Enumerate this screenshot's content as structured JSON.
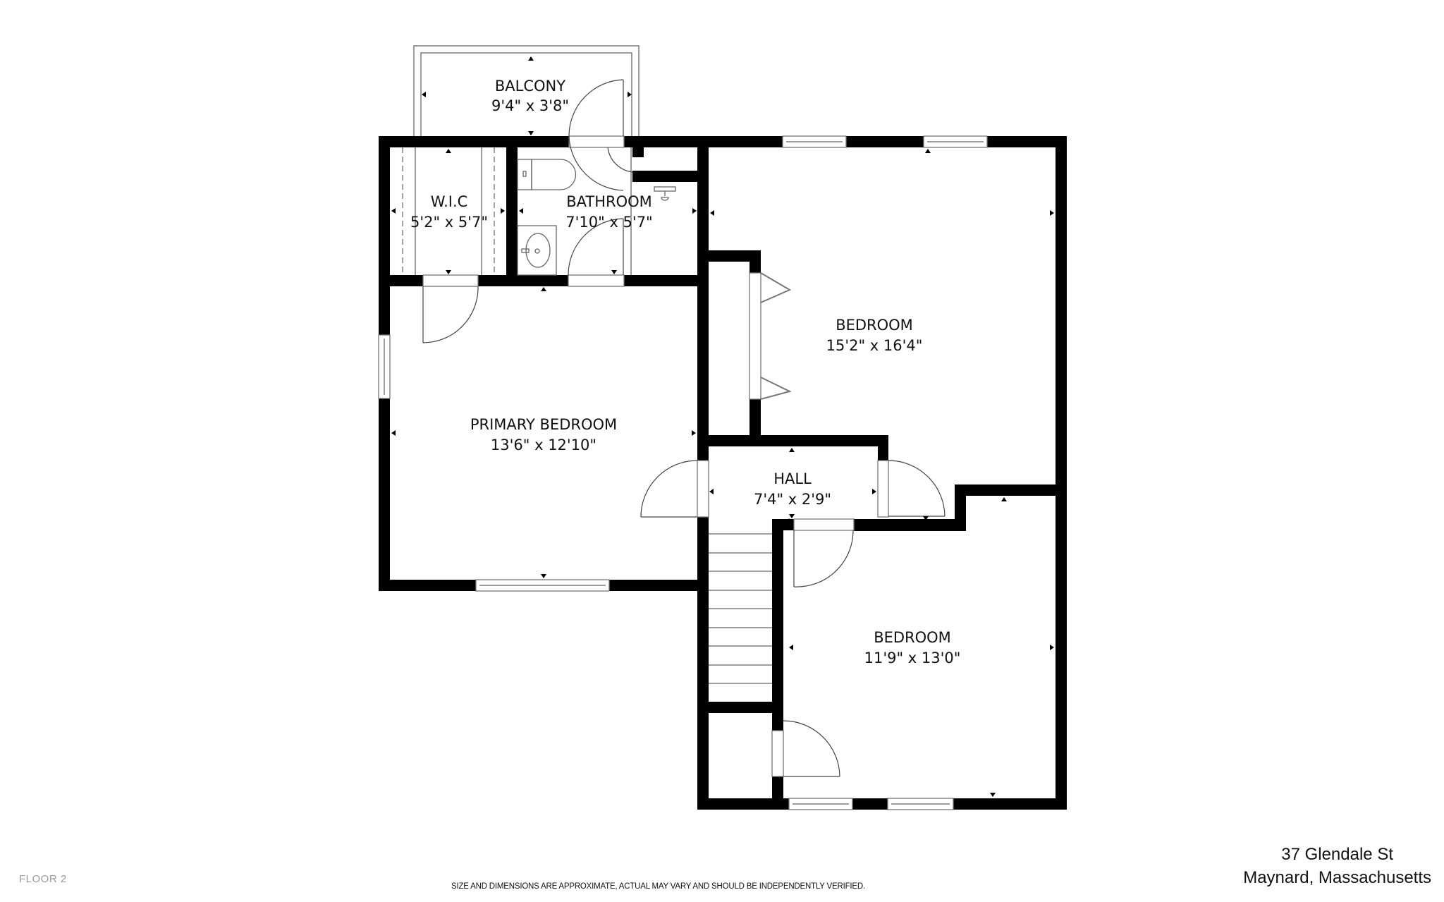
{
  "floor": {
    "label": "FLOOR 2"
  },
  "disclaimer": "SIZE AND DIMENSIONS ARE APPROXIMATE, ACTUAL MAY VARY AND SHOULD BE INDEPENDENTLY VERIFIED.",
  "address": {
    "line1": "37 Glendale St",
    "line2": "Maynard, Massachusetts"
  },
  "colors": {
    "wall": "#000000",
    "background": "#ffffff",
    "fixture_line": "#666666",
    "floor_label": "#9a9a9a"
  },
  "rooms": [
    {
      "id": "balcony",
      "name": "BALCONY",
      "dims": "9'4\" x 3'8\""
    },
    {
      "id": "wic",
      "name": "W.I.C",
      "dims": "5'2\" x 5'7\""
    },
    {
      "id": "bathroom",
      "name": "BATHROOM",
      "dims": "7'10\" x 5'7\""
    },
    {
      "id": "bedroom1",
      "name": "BEDROOM",
      "dims": "15'2\" x 16'4\""
    },
    {
      "id": "primary",
      "name": "PRIMARY BEDROOM",
      "dims": "13'6\" x 12'10\""
    },
    {
      "id": "hall",
      "name": "HALL",
      "dims": "7'4\" x 2'9\""
    },
    {
      "id": "bedroom2",
      "name": "BEDROOM",
      "dims": "11'9\" x 13'0\""
    }
  ]
}
